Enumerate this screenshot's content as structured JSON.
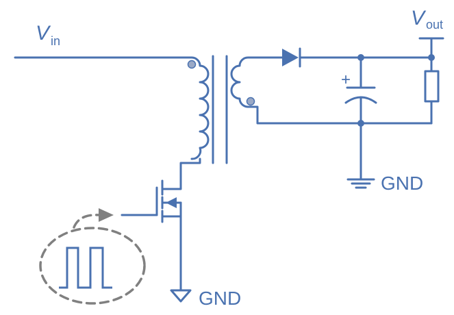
{
  "labels": {
    "vin_main": "V",
    "vin_sub": "in",
    "vout_main": "V",
    "vout_sub": "out",
    "gnd_output": "GND",
    "gnd_switch": "GND",
    "cap_polarity": "+"
  },
  "colors": {
    "wire": "#4a72b0",
    "pwm_indicator": "#808080",
    "background": "#ffffff"
  },
  "components": {
    "transformer": "transformer-icon",
    "diode": "diode-icon",
    "capacitor": "polarized-capacitor-icon",
    "resistor": "resistor-icon",
    "mosfet": "mosfet-icon",
    "pwm_source": "square-wave-icon"
  }
}
